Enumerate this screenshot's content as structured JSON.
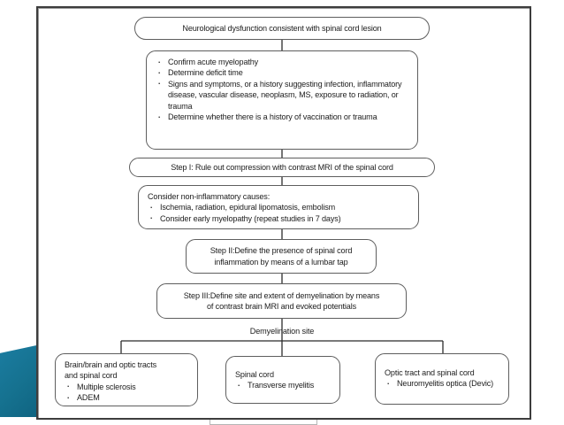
{
  "slide": {
    "accent_color": "#15718f",
    "border_color": "#3d3d3d"
  },
  "chart_data": {
    "type": "flowchart",
    "title": "Diagnostic algorithm for acute myelopathy / spinal cord lesion",
    "nodes": [
      {
        "id": "start",
        "shape": "pill",
        "text": "Neurological dysfunction consistent with spinal cord lesion"
      },
      {
        "id": "initial-assessment",
        "shape": "rounded",
        "bullets": [
          "Confirm acute myelopathy",
          "Determine deficit time",
          "Signs and symptoms, or a history suggesting infection, inflammatory disease, vascular disease, neoplasm, MS, exposure to radiation, or trauma",
          "Determine whether there is a history of vaccination or trauma"
        ]
      },
      {
        "id": "step-1",
        "shape": "pill",
        "text": "Step I: Rule out compression with contrast MRI of the spinal cord"
      },
      {
        "id": "non-inflammatory",
        "shape": "rounded",
        "lead": "Consider non-inflammatory causes:",
        "bullets": [
          "Ischemia, radiation, epidural lipomatosis, embolism",
          "Consider early myelopathy (repeat studies in 7 days)"
        ]
      },
      {
        "id": "step-2",
        "shape": "rounded",
        "lines": [
          "Step II:Define the presence of spinal cord",
          "inflammation by means of a lumbar tap"
        ]
      },
      {
        "id": "step-3",
        "shape": "rounded",
        "lines": [
          "Step III:Define site and extent of demyelination by means",
          "of contrast brain MRI and evoked potentials"
        ]
      },
      {
        "id": "branch-label",
        "shape": "label",
        "text": "Demyelination site"
      },
      {
        "id": "outcome-brain",
        "shape": "rounded",
        "lines": [
          "Brain/brain and optic tracts",
          "and spinal cord"
        ],
        "bullets": [
          "Multiple sclerosis",
          "ADEM"
        ]
      },
      {
        "id": "outcome-spinal-cord",
        "shape": "rounded",
        "lines": [
          "Spinal cord"
        ],
        "bullets": [
          "Transverse myelitis"
        ]
      },
      {
        "id": "outcome-optic-tract",
        "shape": "rounded",
        "lines": [
          "Optic tract and spinal cord"
        ],
        "bullets": [
          "Neuromyelitis optica (Devic)"
        ]
      }
    ],
    "edges": [
      {
        "from": "start",
        "to": "initial-assessment"
      },
      {
        "from": "initial-assessment",
        "to": "step-1"
      },
      {
        "from": "step-1",
        "to": "non-inflammatory"
      },
      {
        "from": "non-inflammatory",
        "to": "step-2"
      },
      {
        "from": "step-2",
        "to": "step-3"
      },
      {
        "from": "step-3",
        "to": "branch-label"
      },
      {
        "from": "branch-label",
        "to": "outcome-brain"
      },
      {
        "from": "branch-label",
        "to": "outcome-spinal-cord"
      },
      {
        "from": "branch-label",
        "to": "outcome-optic-tract"
      }
    ]
  },
  "start": {
    "text": "Neurological dysfunction consistent with spinal cord lesion"
  },
  "initial_assessment": {
    "bullet_1": "Confirm acute myelopathy",
    "bullet_2": "Determine deficit time",
    "bullet_3": "Signs and symptoms, or a history suggesting infection, inflammatory disease, vascular disease, neoplasm, MS, exposure to radiation, or trauma",
    "bullet_4": "Determine whether there is a history of vaccination or trauma"
  },
  "step_1": {
    "text": "Step I: Rule out compression with contrast MRI of the spinal cord"
  },
  "non_inflammatory": {
    "lead": "Consider non-inflammatory causes:",
    "bullet_1": "Ischemia, radiation, epidural lipomatosis, embolism",
    "bullet_2": "Consider early myelopathy (repeat studies in 7 days)"
  },
  "step_2": {
    "line_1": "Step II:Define the presence of spinal cord",
    "line_2": "inflammation by means of a lumbar tap"
  },
  "step_3": {
    "line_1": "Step III:Define site and extent of demyelination by means",
    "line_2": "of contrast brain MRI and evoked potentials"
  },
  "branch": {
    "label": "Demyelination site"
  },
  "outcome_brain": {
    "line_1": "Brain/brain and optic tracts",
    "line_2": "and spinal cord",
    "bullet_1": "Multiple sclerosis",
    "bullet_2": "ADEM"
  },
  "outcome_spinal_cord": {
    "line_1": "Spinal cord",
    "bullet_1": "Transverse myelitis"
  },
  "outcome_optic_tract": {
    "line_1": "Optic tract and spinal cord",
    "bullet_1": "Neuromyelitis optica (Devic)"
  }
}
